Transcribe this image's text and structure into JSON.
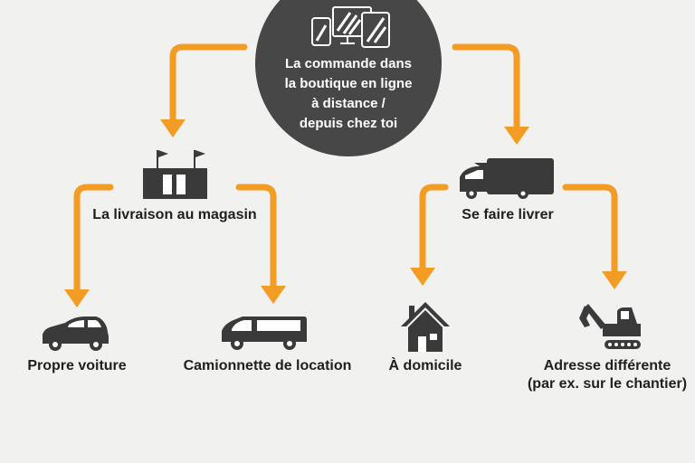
{
  "center": {
    "lines": [
      "La commande dans",
      "la boutique en ligne",
      "à distance /",
      "depuis chez toi"
    ],
    "icon": "devices-icon"
  },
  "branches": {
    "store": {
      "label": "La livraison au magasin",
      "icon": "store-icon",
      "options": [
        {
          "label": "Propre voiture",
          "icon": "car-icon"
        },
        {
          "label": "Camionnette de location",
          "icon": "van-icon"
        }
      ]
    },
    "delivery": {
      "label": "Se faire livrer",
      "icon": "truck-icon",
      "options": [
        {
          "label": "À domicile",
          "icon": "house-icon"
        },
        {
          "label": "Adresse différente",
          "label_line2": "(par ex. sur le chantier)",
          "icon": "excavator-icon"
        }
      ]
    }
  },
  "colors": {
    "arrow": "#f29c24",
    "circle": "#474747",
    "icon": "#3a3a3a",
    "background": "#f1f1ef",
    "text": "#1f1f1f"
  }
}
